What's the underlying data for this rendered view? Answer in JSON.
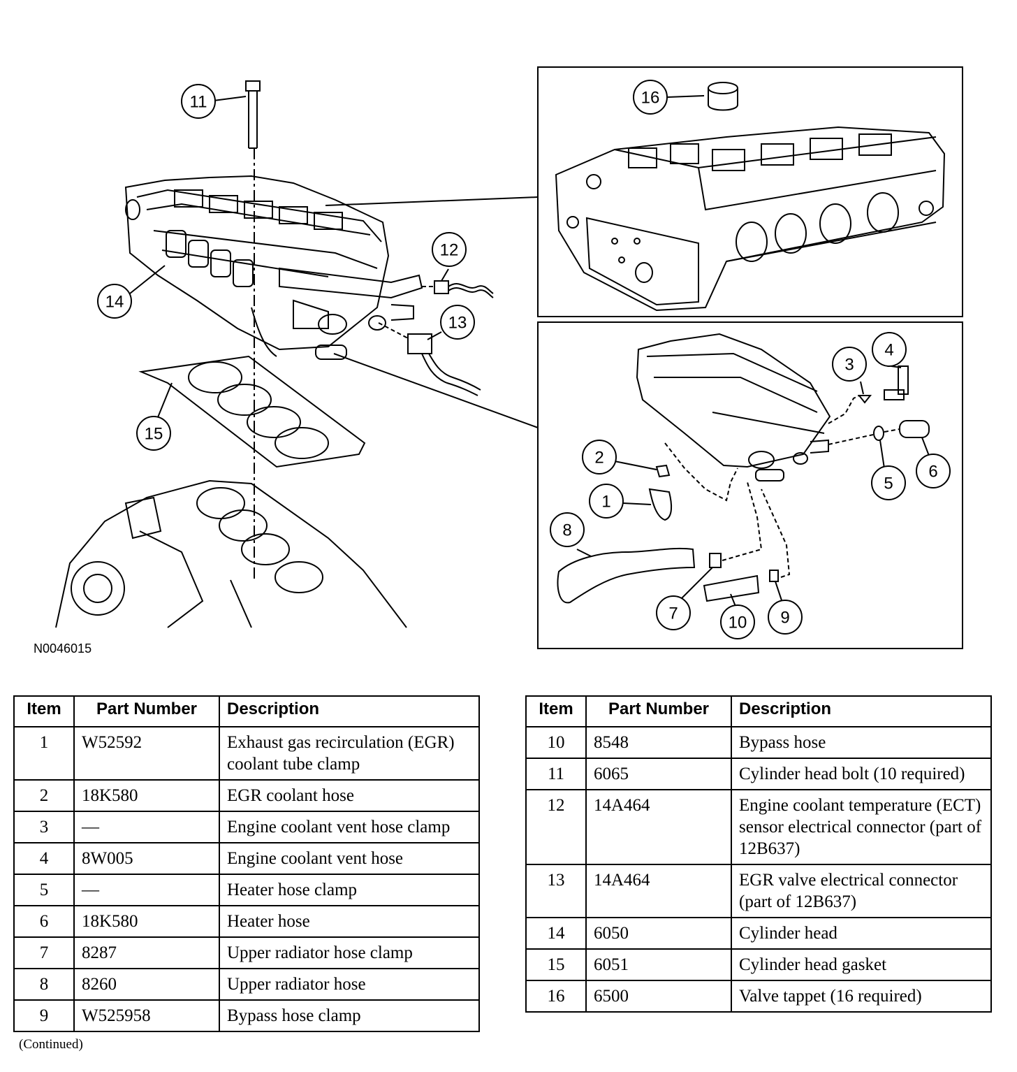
{
  "figure_id": "N0046015",
  "callouts": {
    "c1": "1",
    "c2": "2",
    "c3": "3",
    "c4": "4",
    "c5": "5",
    "c6": "6",
    "c7": "7",
    "c8": "8",
    "c9": "9",
    "c10": "10",
    "c11": "11",
    "c12": "12",
    "c13": "13",
    "c14": "14",
    "c15": "15",
    "c16": "16"
  },
  "table_headers": {
    "item": "Item",
    "part_number": "Part Number",
    "description": "Description"
  },
  "parts_left": [
    {
      "item": "1",
      "part_number": "W52592",
      "description": "Exhaust gas recirculation (EGR) coolant tube clamp"
    },
    {
      "item": "2",
      "part_number": "18K580",
      "description": "EGR coolant hose"
    },
    {
      "item": "3",
      "part_number": "—",
      "description": "Engine coolant vent hose clamp"
    },
    {
      "item": "4",
      "part_number": "8W005",
      "description": "Engine coolant vent hose"
    },
    {
      "item": "5",
      "part_number": "—",
      "description": "Heater hose clamp"
    },
    {
      "item": "6",
      "part_number": "18K580",
      "description": "Heater hose"
    },
    {
      "item": "7",
      "part_number": "8287",
      "description": "Upper radiator hose clamp"
    },
    {
      "item": "8",
      "part_number": "8260",
      "description": "Upper radiator hose"
    },
    {
      "item": "9",
      "part_number": "W525958",
      "description": "Bypass hose clamp"
    }
  ],
  "parts_right": [
    {
      "item": "10",
      "part_number": "8548",
      "description": "Bypass hose"
    },
    {
      "item": "11",
      "part_number": "6065",
      "description": "Cylinder head bolt (10 required)"
    },
    {
      "item": "12",
      "part_number": "14A464",
      "description": "Engine coolant temperature (ECT) sensor electrical connector (part of 12B637)"
    },
    {
      "item": "13",
      "part_number": "14A464",
      "description": "EGR valve electrical connector (part of 12B637)"
    },
    {
      "item": "14",
      "part_number": "6050",
      "description": "Cylinder head"
    },
    {
      "item": "15",
      "part_number": "6051",
      "description": "Cylinder head gasket"
    },
    {
      "item": "16",
      "part_number": "6500",
      "description": "Valve tappet (16 required)"
    }
  ],
  "footer": "(Continued)"
}
